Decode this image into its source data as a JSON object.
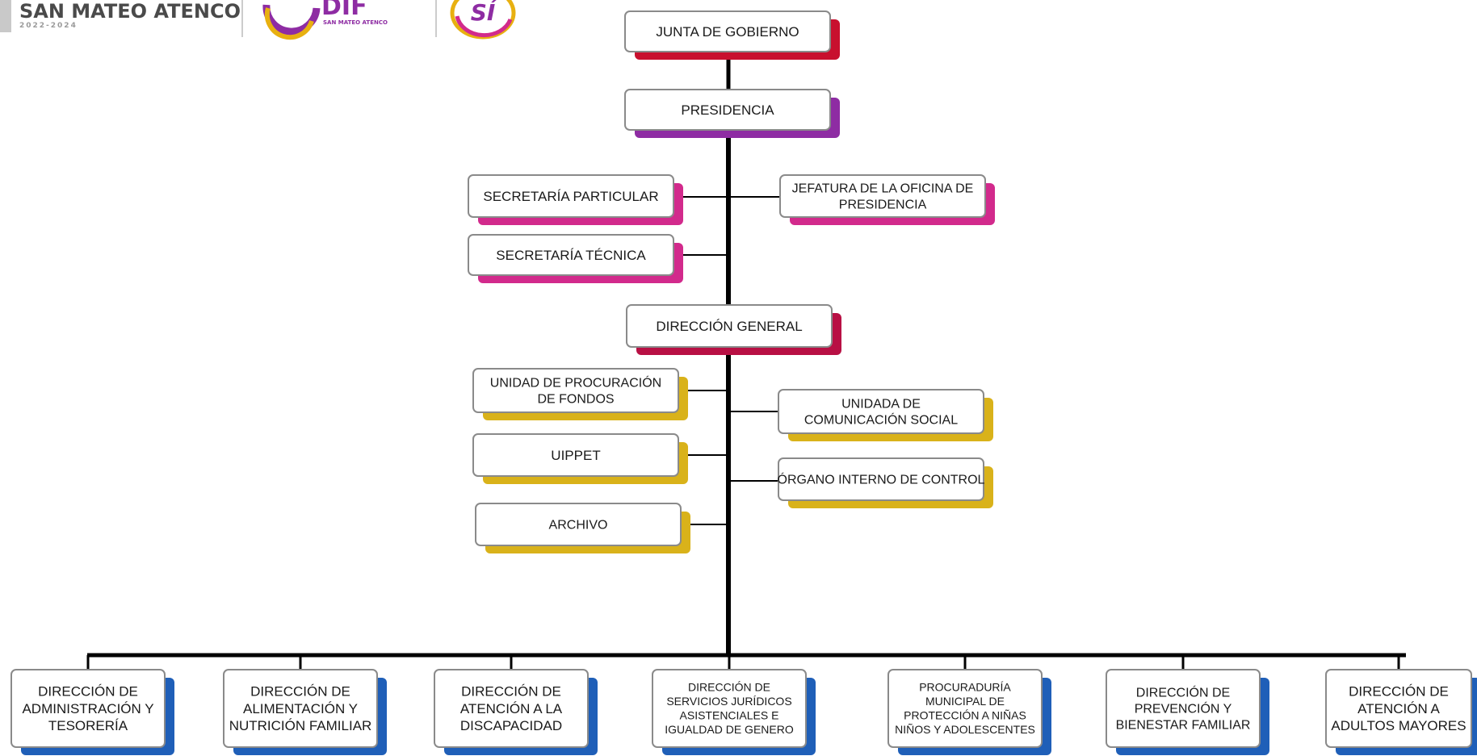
{
  "logos": {
    "municipality": {
      "name": "SAN MATEO ATENCO",
      "years": "2022-2024"
    },
    "dif": {
      "name": "DIF",
      "subtitle": "SAN MATEO ATENCO"
    },
    "si": {
      "text": "SÍ"
    }
  },
  "colors": {
    "line": "#000000",
    "box_fill": "#ffffff",
    "box_border": "#8a8a8a",
    "red_accent": "#c8102e",
    "purple_accent": "#8e2ca3",
    "magenta_accent": "#d22a8c",
    "crimson_accent": "#b81044",
    "gold_accent": "#d9b21a",
    "blue_accent": "#1f5fb8"
  },
  "nodes": {
    "junta": {
      "lines": [
        "JUNTA DE GOBIERNO"
      ],
      "accent": "red_accent"
    },
    "presidencia": {
      "lines": [
        "PRESIDENCIA"
      ],
      "accent": "purple_accent"
    },
    "sec_particular": {
      "lines": [
        "SECRETARÍA PARTICULAR"
      ],
      "accent": "magenta_accent"
    },
    "jefatura": {
      "lines": [
        "JEFATURA DE LA OFICINA DE",
        "PRESIDENCIA"
      ],
      "accent": "magenta_accent"
    },
    "sec_tecnica": {
      "lines": [
        "SECRETARÍA TÉCNICA"
      ],
      "accent": "magenta_accent"
    },
    "dir_general": {
      "lines": [
        "DIRECCIÓN GENERAL"
      ],
      "accent": "crimson_accent"
    },
    "procuracion": {
      "lines": [
        "UNIDAD DE PROCURACIÓN",
        "DE FONDOS"
      ],
      "accent": "gold_accent"
    },
    "comunicacion": {
      "lines": [
        "UNIDADA DE",
        "COMUNICACIÓN SOCIAL"
      ],
      "accent": "gold_accent"
    },
    "uippet": {
      "lines": [
        "UIPPET"
      ],
      "accent": "gold_accent"
    },
    "organo": {
      "lines": [
        "ÓRGANO INTERNO DE CONTROL"
      ],
      "accent": "gold_accent"
    },
    "archivo": {
      "lines": [
        "ARCHIVO"
      ],
      "accent": "gold_accent"
    },
    "d1": {
      "lines": [
        "DIRECCIÓN DE",
        "ADMINISTRACIÓN Y",
        "TESORERÍA"
      ],
      "accent": "blue_accent"
    },
    "d2": {
      "lines": [
        "DIRECCIÓN DE",
        "ALIMENTACIÓN Y",
        "NUTRICIÓN FAMILIAR"
      ],
      "accent": "blue_accent"
    },
    "d3": {
      "lines": [
        "DIRECCIÓN DE",
        "ATENCIÓN A LA",
        "DISCAPACIDAD"
      ],
      "accent": "blue_accent"
    },
    "d4": {
      "lines": [
        "DIRECCIÓN DE",
        "SERVICIOS JURÍDICOS",
        "ASISTENCIALES E",
        "IGUALDAD DE GENERO"
      ],
      "accent": "blue_accent"
    },
    "d5": {
      "lines": [
        "PROCURADURÍA",
        "MUNICIPAL DE",
        "PROTECCIÓN A NIÑAS",
        "NIÑOS Y ADOLESCENTES"
      ],
      "accent": "blue_accent"
    },
    "d6": {
      "lines": [
        "DIRECCIÓN DE",
        "PREVENCIÓN Y",
        "BIENESTAR FAMILIAR"
      ],
      "accent": "blue_accent"
    },
    "d7": {
      "lines": [
        "DIRECCIÓN DE",
        "ATENCIÓN A",
        "ADULTOS MAYORES"
      ],
      "accent": "blue_accent"
    }
  }
}
